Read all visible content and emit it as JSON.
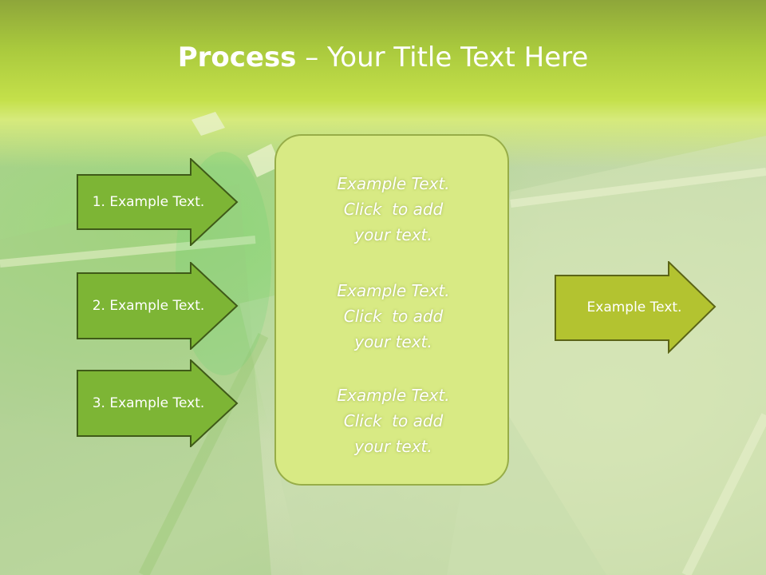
{
  "title": {
    "bold": "Process",
    "rest": " – Your Title Text Here"
  },
  "left_arrows": [
    {
      "label": "1. Example Text."
    },
    {
      "label": "2. Example Text."
    },
    {
      "label": "3. Example Text."
    }
  ],
  "center_box": {
    "paragraphs": [
      {
        "lines": [
          "Example Text.",
          "Click  to add",
          "your text."
        ]
      },
      {
        "lines": [
          "Example Text.",
          "Click  to add",
          "your text."
        ]
      },
      {
        "lines": [
          "Example Text.",
          "Click  to add",
          "your text."
        ]
      }
    ]
  },
  "right_arrow": {
    "label": "Example Text."
  },
  "colors": {
    "left_arrow_fill": "#7db535",
    "left_arrow_stroke": "#3f5a18",
    "right_arrow_fill": "#b3c330",
    "right_arrow_stroke": "#5b6416",
    "center_box_fill": "#d8ea84",
    "title_text": "#ffffff"
  }
}
